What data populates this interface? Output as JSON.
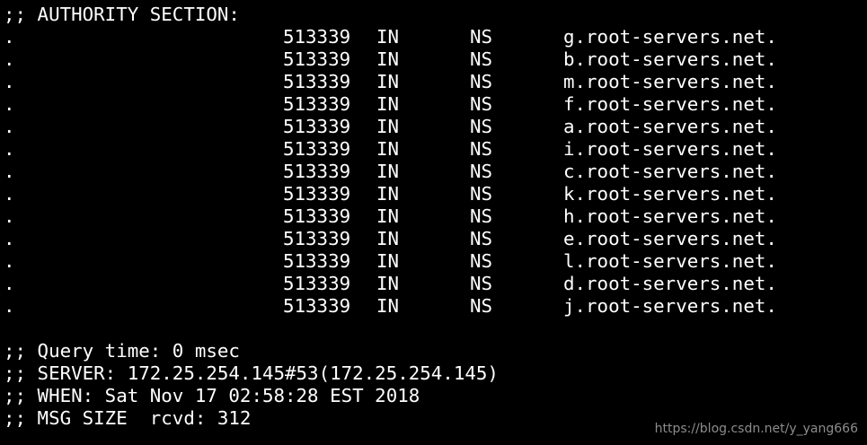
{
  "terminal": {
    "authority_header": ";; AUTHORITY SECTION:",
    "records": [
      {
        "name": ".",
        "ttl": "513339",
        "class": "IN",
        "type": "NS",
        "data": "g.root-servers.net."
      },
      {
        "name": ".",
        "ttl": "513339",
        "class": "IN",
        "type": "NS",
        "data": "b.root-servers.net."
      },
      {
        "name": ".",
        "ttl": "513339",
        "class": "IN",
        "type": "NS",
        "data": "m.root-servers.net."
      },
      {
        "name": ".",
        "ttl": "513339",
        "class": "IN",
        "type": "NS",
        "data": "f.root-servers.net."
      },
      {
        "name": ".",
        "ttl": "513339",
        "class": "IN",
        "type": "NS",
        "data": "a.root-servers.net."
      },
      {
        "name": ".",
        "ttl": "513339",
        "class": "IN",
        "type": "NS",
        "data": "i.root-servers.net."
      },
      {
        "name": ".",
        "ttl": "513339",
        "class": "IN",
        "type": "NS",
        "data": "c.root-servers.net."
      },
      {
        "name": ".",
        "ttl": "513339",
        "class": "IN",
        "type": "NS",
        "data": "k.root-servers.net."
      },
      {
        "name": ".",
        "ttl": "513339",
        "class": "IN",
        "type": "NS",
        "data": "h.root-servers.net."
      },
      {
        "name": ".",
        "ttl": "513339",
        "class": "IN",
        "type": "NS",
        "data": "e.root-servers.net."
      },
      {
        "name": ".",
        "ttl": "513339",
        "class": "IN",
        "type": "NS",
        "data": "l.root-servers.net."
      },
      {
        "name": ".",
        "ttl": "513339",
        "class": "IN",
        "type": "NS",
        "data": "d.root-servers.net."
      },
      {
        "name": ".",
        "ttl": "513339",
        "class": "IN",
        "type": "NS",
        "data": "j.root-servers.net."
      }
    ],
    "footer": {
      "query_time": ";; Query time: 0 msec",
      "server": ";; SERVER: 172.25.254.145#53(172.25.254.145)",
      "when": ";; WHEN: Sat Nov 17 02:58:28 EST 2018",
      "msg_size": ";; MSG SIZE  rcvd: 312"
    }
  },
  "watermark": "https://blog.csdn.net/y_yang666",
  "colors": {
    "background": "#000000",
    "text": "#ffffff",
    "watermark": "#8c8c8c"
  }
}
